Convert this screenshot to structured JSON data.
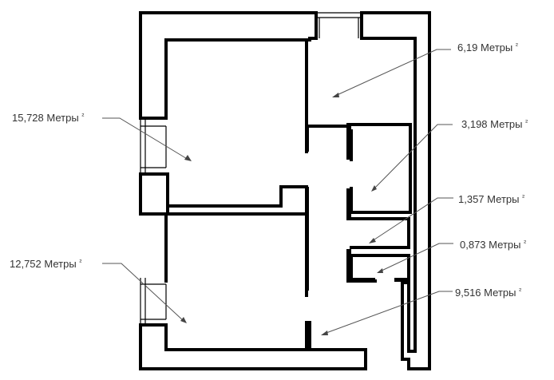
{
  "rooms": [
    {
      "id": "bathroom-top",
      "area": "6,19",
      "unit": "Метры",
      "power": "²"
    },
    {
      "id": "room-small-1",
      "area": "3,198",
      "unit": "Метры",
      "power": "²"
    },
    {
      "id": "room-small-2",
      "area": "1,357",
      "unit": "Метры",
      "power": "²"
    },
    {
      "id": "room-small-3",
      "area": "0,873",
      "unit": "Метры",
      "power": "²"
    },
    {
      "id": "corridor",
      "area": "9,516",
      "unit": "Метры",
      "power": "²"
    },
    {
      "id": "bedroom-top",
      "area": "15,728",
      "unit": "Метры",
      "power": "²"
    },
    {
      "id": "bedroom-bottom",
      "area": "12,752",
      "unit": "Метры",
      "power": "²"
    }
  ]
}
